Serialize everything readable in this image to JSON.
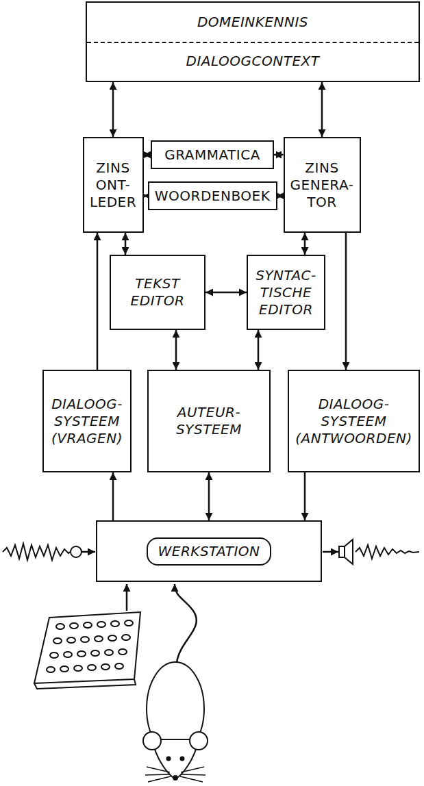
{
  "diagram": {
    "nodes": [
      {
        "text": [
          "DOMEINKENNIS",
          "DIALOOGCONTEXT"
        ]
      },
      {
        "text": [
          "ZINS ONT- LEDER"
        ]
      },
      {
        "text": [
          "GRAMMATICA"
        ]
      },
      {
        "text": [
          "ZINS GENERA- TOR"
        ]
      },
      {
        "text": [
          "WOORDENBOEK"
        ]
      },
      {
        "text": [
          "TEKST EDITOR"
        ]
      },
      {
        "text": [
          "SYNTAC- TISCHE EDITOR"
        ]
      },
      {
        "text": [
          "DIALOOG- SYSTEEM (VRAGEN)"
        ]
      },
      {
        "text": [
          "AUTEUR- SYSTEEM"
        ]
      },
      {
        "text": [
          "DIALOOG- SYSTEEM (ANTWOORDEN)"
        ]
      },
      {
        "text": [
          "WERKSTATION"
        ]
      }
    ],
    "edges": [
      {
        "from": 0,
        "to": 1,
        "arrow": "both"
      },
      {
        "from": 0,
        "to": 3,
        "arrow": "both"
      },
      {
        "from": 1,
        "to": 2,
        "arrow": "both"
      },
      {
        "from": 2,
        "to": 3,
        "arrow": "both"
      },
      {
        "from": 1,
        "to": 4,
        "arrow": "both"
      },
      {
        "from": 4,
        "to": 3,
        "arrow": "both"
      },
      {
        "from": 1,
        "to": 5,
        "arrow": "both"
      },
      {
        "from": 3,
        "to": 6,
        "arrow": "both"
      },
      {
        "from": 5,
        "to": 6,
        "arrow": "both"
      },
      {
        "from": 5,
        "to": 8,
        "arrow": "both"
      },
      {
        "from": 6,
        "to": 8,
        "arrow": "both"
      },
      {
        "from": 7,
        "to": 1,
        "arrow": "to"
      },
      {
        "from": 3,
        "to": 9,
        "arrow": "to"
      },
      {
        "from": 10,
        "to": 7,
        "arrow": "to"
      },
      {
        "from": 8,
        "to": 10,
        "arrow": "both"
      },
      {
        "from": 9,
        "to": 10,
        "arrow": "to"
      }
    ]
  }
}
